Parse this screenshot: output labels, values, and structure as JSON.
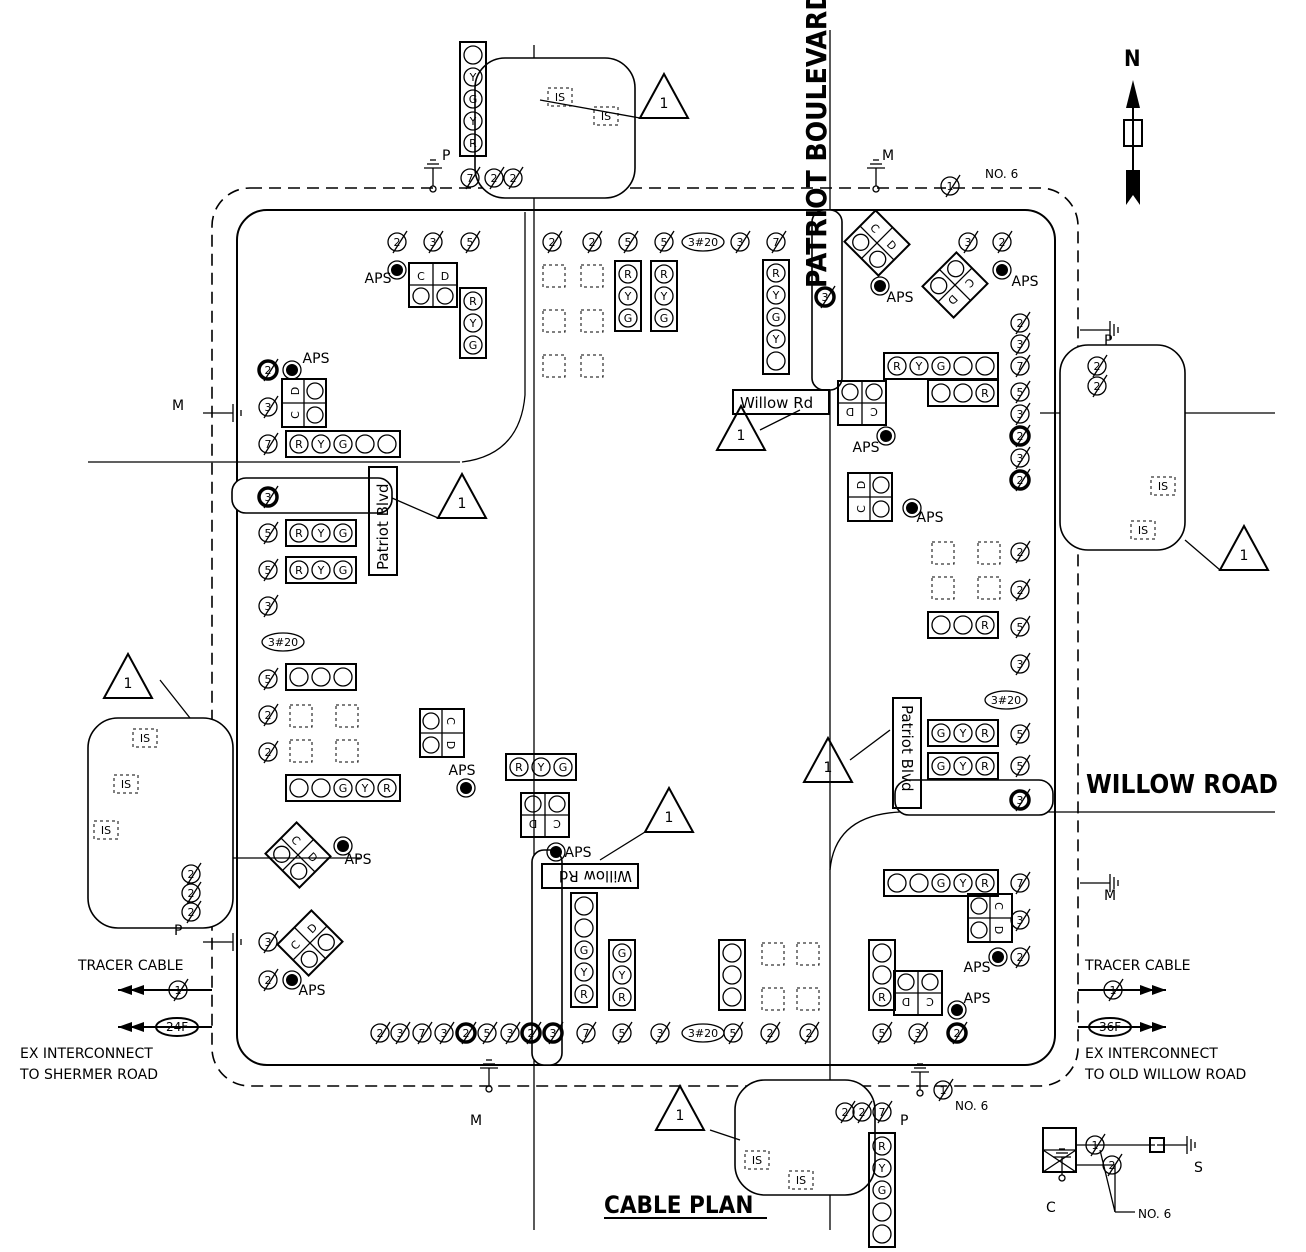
{
  "drawing": {
    "title": "CABLE PLAN",
    "street_ns": "PATRIOT BOULEVARD",
    "street_ew": "WILLOW ROAD",
    "north_label": "N",
    "sign_patriot": "Patriot Blvd",
    "sign_willow": "Willow Rd"
  },
  "notes": {
    "tracer_cable": "TRACER CABLE",
    "interconnect_left_1": "EX INTERCONNECT",
    "interconnect_left_2": "TO SHERMER ROAD",
    "interconnect_right_1": "EX INTERCONNECT",
    "interconnect_right_2": "TO OLD WILLOW ROAD",
    "fiber_left": "24F",
    "fiber_right": "36F",
    "no6": "NO. 6",
    "revision": "1",
    "is": "IS",
    "aps": "APS"
  },
  "cable_counts": [
    "2",
    "3",
    "5",
    "7",
    "3#20"
  ],
  "signal_letters": [
    "R",
    "Y",
    "G"
  ],
  "ped_letters": [
    "C",
    "D"
  ],
  "grounds": [
    "P",
    "M",
    "C",
    "S"
  ]
}
